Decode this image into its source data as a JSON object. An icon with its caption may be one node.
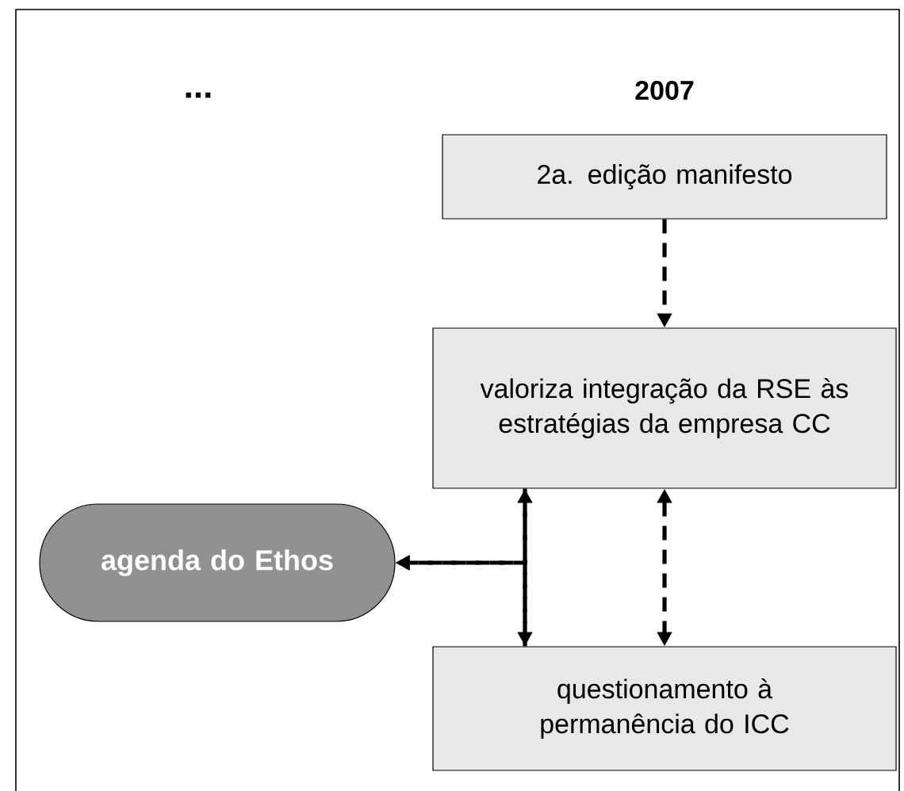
{
  "diagram": {
    "title": "2007",
    "nodes": [
      {
        "text": [
          "2a. edição manifesto"
        ]
      },
      {
        "text": [
          "valoriza integração da RSE às estratégias da empresa CC"
        ]
      },
      {
        "text": [
          "agenda do Ethos"
        ]
      },
      {
        "text": [
          "questionamento à permanência do ICC"
        ]
      }
    ],
    "edges": [
      {
        "from": 0,
        "to": 1,
        "arrow": "to",
        "style": "dashed"
      },
      {
        "from": 1,
        "to": 3,
        "arrow": "both",
        "style": "dashed"
      },
      {
        "from": 1,
        "to": 3,
        "arrow": "both",
        "style": "dashed"
      },
      {
        "from": 1,
        "to": 2,
        "arrow": "to",
        "style": "dashed"
      },
      {
        "from": 3,
        "to": 2,
        "arrow": "to",
        "style": "dashed"
      }
    ],
    "labels": [
      "..."
    ]
  }
}
